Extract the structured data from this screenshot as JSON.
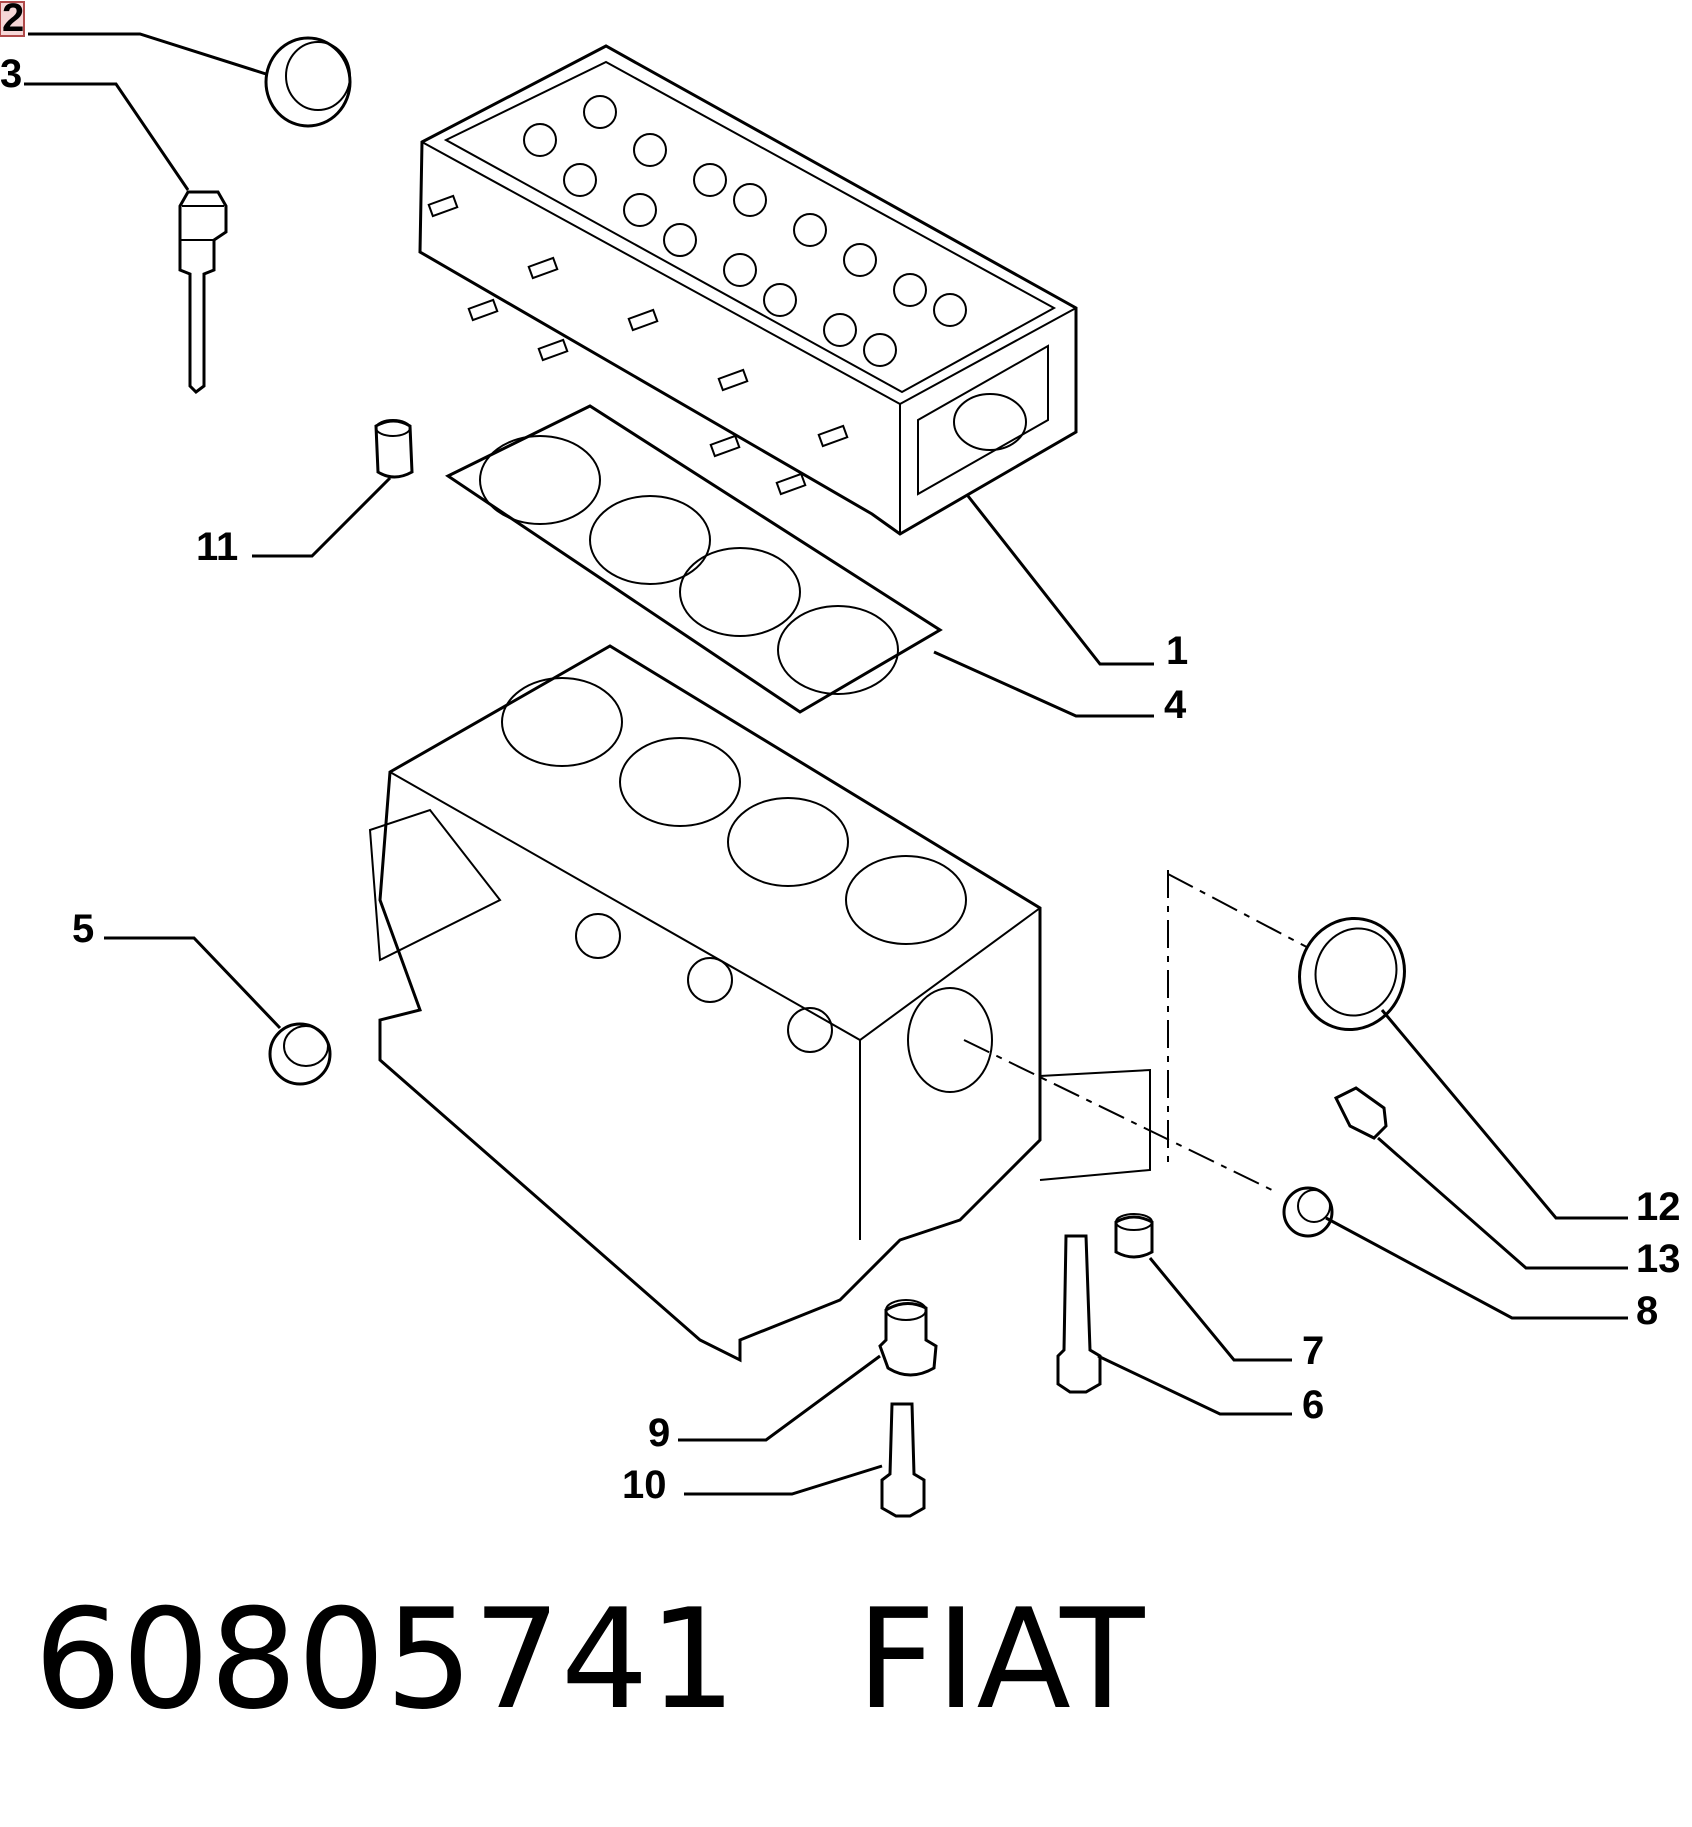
{
  "callouts": [
    {
      "id": "2",
      "label": "2"
    },
    {
      "id": "3",
      "label": "3"
    },
    {
      "id": "11",
      "label": "11"
    },
    {
      "id": "1",
      "label": "1"
    },
    {
      "id": "4",
      "label": "4"
    },
    {
      "id": "5",
      "label": "5"
    },
    {
      "id": "12",
      "label": "12"
    },
    {
      "id": "13",
      "label": "13"
    },
    {
      "id": "8",
      "label": "8"
    },
    {
      "id": "7",
      "label": "7"
    },
    {
      "id": "6",
      "label": "6"
    },
    {
      "id": "9",
      "label": "9"
    },
    {
      "id": "10",
      "label": "10"
    }
  ],
  "footer": {
    "part_number": "60805741",
    "brand": "FIAT"
  },
  "colors": {
    "line": "#000000",
    "highlight": "#f6d7d7"
  }
}
